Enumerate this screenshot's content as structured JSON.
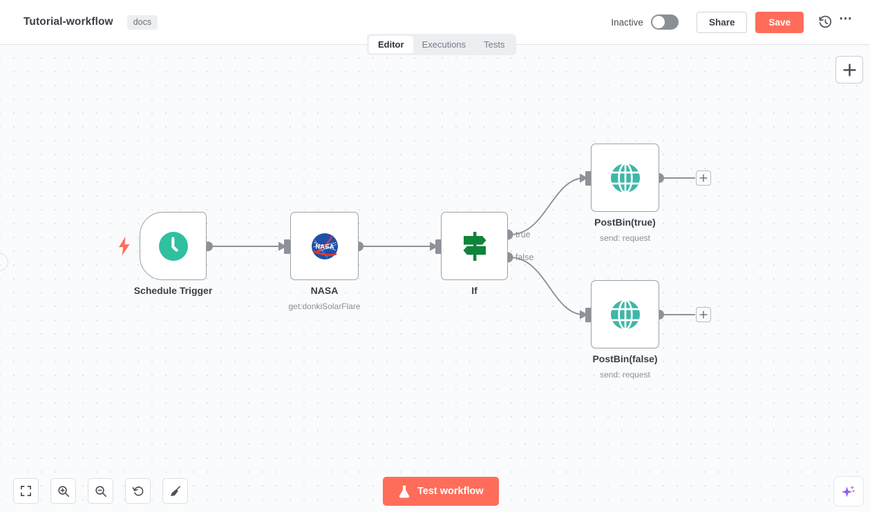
{
  "header": {
    "workflow_title": "Tutorial-workflow",
    "tag": "docs",
    "active_state_label": "Inactive",
    "share_label": "Share",
    "save_label": "Save",
    "history_icon": "history-clock-icon",
    "more_icon": "ellipsis-icon",
    "toggle_state": "off"
  },
  "tabs": [
    {
      "label": "Editor",
      "active": true
    },
    {
      "label": "Executions",
      "active": false
    },
    {
      "label": "Tests",
      "active": false
    }
  ],
  "canvas": {
    "add_node_icon": "plus-icon",
    "nodes": [
      {
        "id": "schedule-trigger",
        "name": "Schedule Trigger",
        "subtitle": "",
        "icon": "clock-icon",
        "type": "trigger",
        "trigger_indicator": "lightning-bolt-icon"
      },
      {
        "id": "nasa",
        "name": "NASA",
        "subtitle": "get:donkiSolarFlare",
        "icon": "nasa-logo-icon",
        "type": "action"
      },
      {
        "id": "if",
        "name": "If",
        "subtitle": "",
        "icon": "signpost-icon",
        "type": "conditional",
        "outputs": [
          "true",
          "false"
        ]
      },
      {
        "id": "postbin-true",
        "name": "PostBin(true)",
        "subtitle": "send: request",
        "icon": "globe-icon",
        "type": "action"
      },
      {
        "id": "postbin-false",
        "name": "PostBin(false)",
        "subtitle": "send: request",
        "icon": "globe-icon",
        "type": "action"
      }
    ]
  },
  "bottom_toolbar": [
    {
      "name": "zoom-to-fit",
      "icon": "fit-screen-icon"
    },
    {
      "name": "zoom-in",
      "icon": "magnifier-plus-icon"
    },
    {
      "name": "zoom-out",
      "icon": "magnifier-minus-icon"
    },
    {
      "name": "reset-zoom",
      "icon": "undo-arrow-icon"
    },
    {
      "name": "tidy-up",
      "icon": "broom-icon"
    }
  ],
  "test_button": {
    "label": "Test workflow",
    "icon": "flask-icon"
  },
  "ai_assistant": {
    "icon": "sparkle-icon"
  },
  "colors": {
    "accent": "#ff6d5a",
    "trigger_green": "#30c0a0",
    "if_green": "#11833b",
    "globe_teal": "#3fb6a8",
    "node_border": "#9b9fa6",
    "canvas_bg": "#fafbfc"
  }
}
